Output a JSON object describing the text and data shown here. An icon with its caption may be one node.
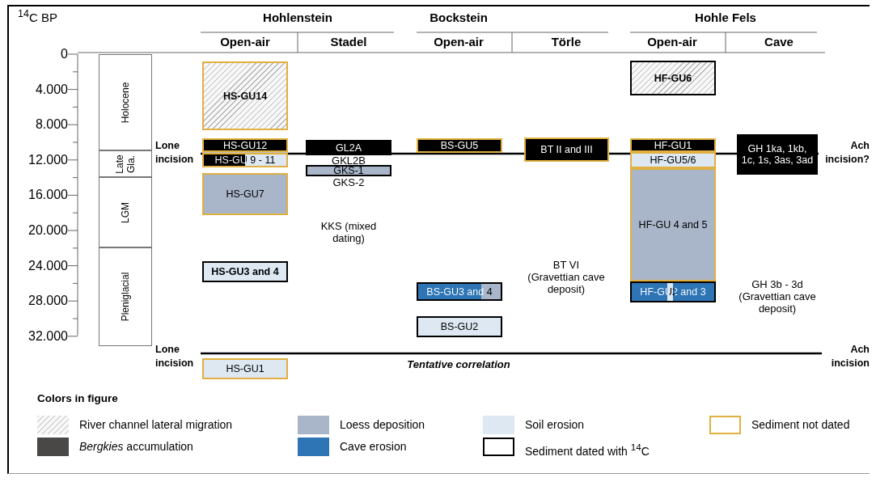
{
  "diagram": {
    "nodes": [
      {
        "text": [
          "Holocene"
        ]
      },
      {
        "text": [
          "Late Gla."
        ]
      },
      {
        "text": [
          "LGM"
        ]
      },
      {
        "text": [
          "Pleniglacial"
        ]
      },
      {
        "text": [
          "HS-GU14"
        ]
      },
      {
        "text": [
          "HF-GU6"
        ]
      },
      {
        "text": [
          "HS-GU12"
        ]
      },
      {
        "text": [
          "GL2A"
        ]
      },
      {
        "text": [
          "BS-GU5"
        ]
      },
      {
        "text": [
          "BT II and III"
        ]
      },
      {
        "text": [
          "HF-GU1"
        ]
      },
      {
        "text": [
          "GH 1ka, 1kb, 1c, 1s, 3as, 3ad"
        ]
      },
      {
        "text": [
          "HS-GU 9 - 11"
        ]
      },
      {
        "text": [
          "HF-GU5/6"
        ]
      },
      {
        "text": [
          "GKS-1"
        ]
      },
      {
        "text": [
          "HS-GU7"
        ]
      },
      {
        "text": [
          "HF-GU 4 and 5"
        ]
      },
      {
        "text": [
          "HS-GU3 and 4"
        ]
      },
      {
        "text": [
          "BS-GU3 and 4"
        ]
      },
      {
        "text": [
          "HF-GU2 and 3"
        ]
      },
      {
        "text": [
          "BS-GU2"
        ]
      },
      {
        "text": [
          "HS-GU1"
        ]
      }
    ],
    "labels": [
      "$^{14}$C BP",
      "0",
      "4.000",
      "8.000",
      "12.000",
      "16.000",
      "20.000",
      "24.000",
      "28.000",
      "32.000",
      "Hohlenstein",
      "Bockstein",
      "Hohle Fels",
      "Open-air",
      "Stadel",
      "Open-air",
      "Törle",
      "Open-air",
      "Cave",
      "Lone incision",
      "Ach incision?",
      "GKL2B",
      "GKS-2",
      "KKS (mixed dating)",
      "BT VI (Gravettian cave deposit)",
      "GH 3b - 3d (Gravettian cave deposit)",
      "Lone incision",
      "Ach incision",
      "Tentative correlation",
      "Colors in figure"
    ],
    "legend": [
      {
        "text": "River channel lateral migration"
      },
      {
        "text": "Loess deposition",
        "color": "#a9b5c9"
      },
      {
        "text": "Soil erosion",
        "color": "#dde8f2"
      },
      {
        "text": "Sediment not dated"
      },
      {
        "text": "*Bergkies* accumulation",
        "color": "#4a4747"
      },
      {
        "text": "Cave erosion",
        "color": "#2e75b6"
      },
      {
        "text": "Sediment dated with $^{14}$C"
      }
    ]
  }
}
